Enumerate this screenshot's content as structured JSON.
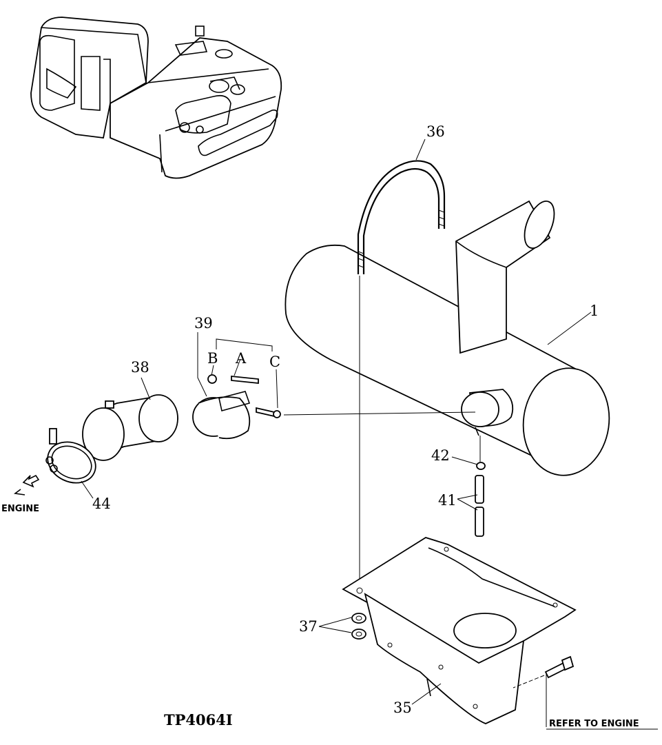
{
  "labels": {
    "p1": "1",
    "p35": "35",
    "p36": "36",
    "p37": "37",
    "p38": "38",
    "p39": "39",
    "p41": "41",
    "p42": "42",
    "p44": "44",
    "sub_a": "A",
    "sub_b": "B",
    "sub_c": "C"
  },
  "notes": {
    "engine": "ENGINE",
    "refer_to_engine": "REFER TO ENGINE",
    "figure_id": "TP4064I"
  }
}
